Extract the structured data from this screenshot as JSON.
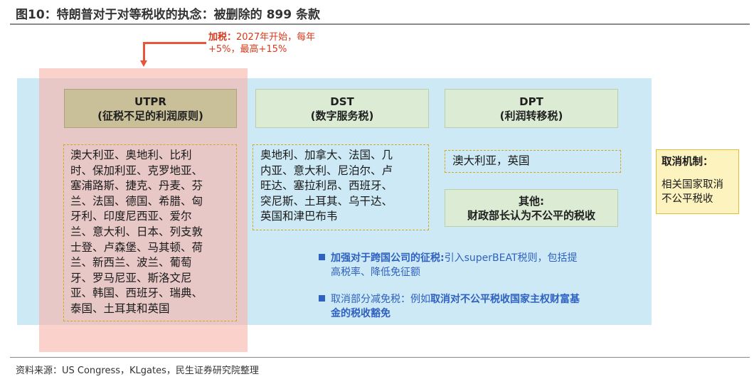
{
  "title": "图10：特朗普对于对等税收的执念：被删除的 899 条款",
  "annotation": {
    "label": "加税：",
    "line1": "2027年开始，每年",
    "line2": "+5%，最高+15%"
  },
  "columns": {
    "utpr": {
      "name": "UTPR",
      "subtitle": "(征税不足的利润原则)",
      "countries": [
        "澳大利亚、奥地利、比利",
        "时、保加利亚、克罗地亚、",
        "塞浦路斯、捷克、丹麦、芬",
        "兰、法国、德国、希腊、匈",
        "牙利、印度尼西亚、爱尔",
        "兰、意大利、日本、列支敦",
        "士登、卢森堡、马其顿、荷",
        "兰、新西兰、波兰、葡萄",
        "牙、罗马尼亚、斯洛文尼",
        "亚、韩国、西班牙、瑞典、",
        "泰国、土耳其和英国"
      ]
    },
    "dst": {
      "name": "DST",
      "subtitle": "(数字服务税)",
      "countries": [
        "奥地利、加拿大、法国、几",
        "内亚、意大利、尼泊尔、卢",
        "旺达、塞拉利昂、西班牙、",
        "突尼斯、土耳其、乌干达、",
        "英国和津巴布韦"
      ]
    },
    "dpt": {
      "name": "DPT",
      "subtitle": "(利润转移税)",
      "countries": "澳大利亚，英国"
    },
    "other": {
      "title": "其他:",
      "text": "财政部长认为不公平的税收"
    }
  },
  "bullets": [
    {
      "bold": "加强对于跨国公司的征税:",
      "text_line1": "引入superBEAT税则，包括提",
      "text_line2": "高税率、降低免征额"
    },
    {
      "lead": "取消部分减免税：例如",
      "bold_line1": "取消对不公平税收国家主权财富基",
      "bold_line2": "金的税收豁免"
    }
  ],
  "cancel": {
    "title": "取消机制：",
    "line1": "相关国家取消",
    "line2": "不公平税收"
  },
  "source": "资料来源：US Congress，KLgates，民生证券研究院整理",
  "colors": {
    "panel_blue": "#cde9f5",
    "highlight_red": "#f8b2a8",
    "annotation_red": "#d63a1c",
    "arrow_orange": "#e8563a",
    "utpr_header": "#c9c099",
    "green_header": "#dcecd4",
    "dash_gold": "#d6a81a",
    "bullet_blue": "#2f62c0",
    "cancel_yellow": "#fdf3bf"
  }
}
